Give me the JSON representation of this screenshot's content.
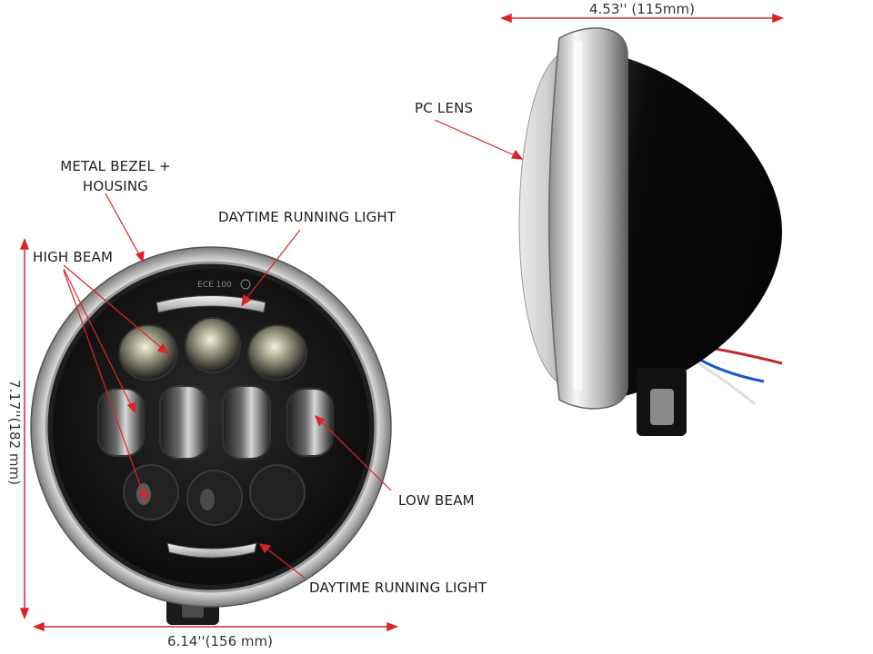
{
  "colors": {
    "arrow": "#d9252a",
    "chrome_light": "#f2f2f2",
    "chrome_dark": "#8c8c8c",
    "housing_black": "#0d0d0d",
    "lens_face": "#1b1b1b",
    "dimension_line": "#d9252a"
  },
  "labels": {
    "pc_lens": "PC LENS",
    "metal_bezel": "METAL BEZEL + HOUSING",
    "drl_top": "DAYTIME RUNNING LIGHT",
    "high_beam": "HIGH BEAM",
    "low_beam": "LOW BEAM",
    "drl_bottom": "DAYTIME RUNNING LIGHT"
  },
  "dimensions": {
    "depth": "4.53'' (115mm)",
    "height": "7.17''(182 mm)",
    "width": "6.14''(156 mm)"
  },
  "front_marking": "ECE 100"
}
